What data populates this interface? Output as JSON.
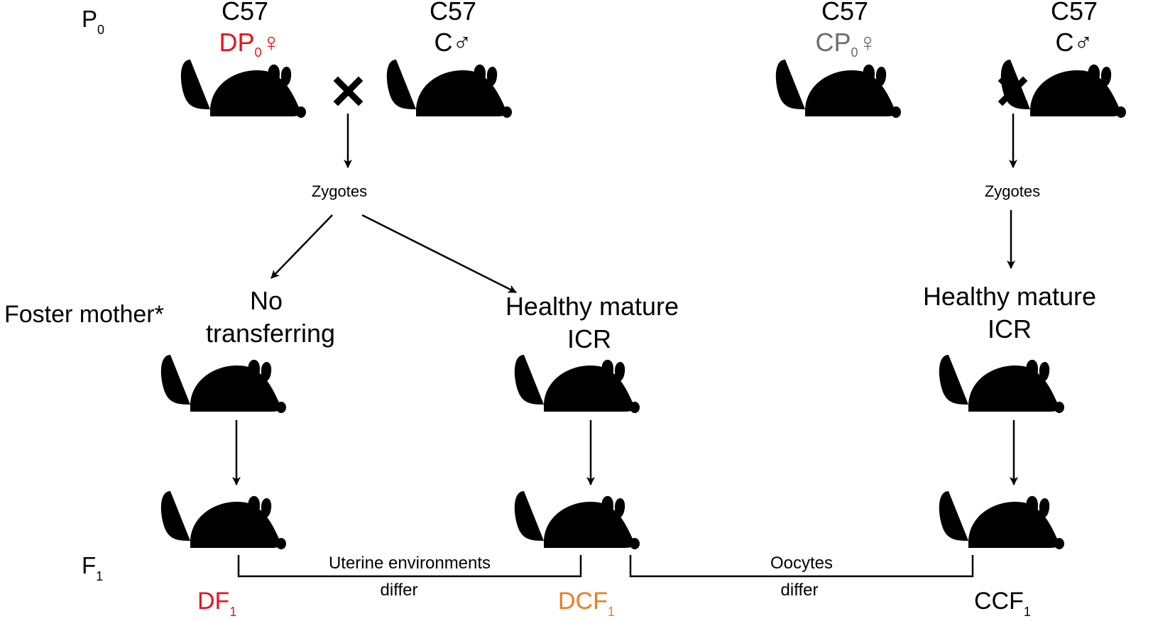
{
  "generations": {
    "p0": {
      "letter": "P",
      "sub": "0"
    },
    "f1": {
      "letter": "F",
      "sub": "1"
    }
  },
  "parents": {
    "dp_female": {
      "strain": "C57",
      "code": "DP",
      "sub": "0",
      "sex": "♀",
      "color": "#e8141c"
    },
    "d_male": {
      "strain": "C57",
      "code": "C",
      "sex": "♂",
      "color": "#000000"
    },
    "cp_female": {
      "strain": "C57",
      "code": "CP",
      "sub": "0",
      "sex": "♀",
      "color": "#6d6e71"
    },
    "c_male": {
      "strain": "C57",
      "code": "C",
      "sex": "♂",
      "color": "#000000"
    }
  },
  "zygotes_label": "Zygotes",
  "foster_label": "Foster mother*",
  "groups": {
    "no_transfer": {
      "line1": "No",
      "line2": "transferring"
    },
    "icr_left": {
      "line1": "Healthy mature",
      "line2": "ICR"
    },
    "icr_right": {
      "line1": "Healthy mature",
      "line2": "ICR"
    }
  },
  "comparisons": {
    "uterine": {
      "line1": "Uterine environments",
      "line2": "differ"
    },
    "oocytes": {
      "line1": "Oocytes",
      "line2": "differ"
    }
  },
  "offspring": {
    "df1": {
      "code": "DF",
      "sub": "1",
      "color": "#e8141c"
    },
    "dcf1": {
      "code": "DCF",
      "sub": "1",
      "color": "#f07b1f"
    },
    "ccf1": {
      "code": "CCF",
      "sub": "1",
      "color": "#000000"
    }
  },
  "icons": [
    "mouse-icon",
    "cross-icon",
    "arrow-icon"
  ]
}
